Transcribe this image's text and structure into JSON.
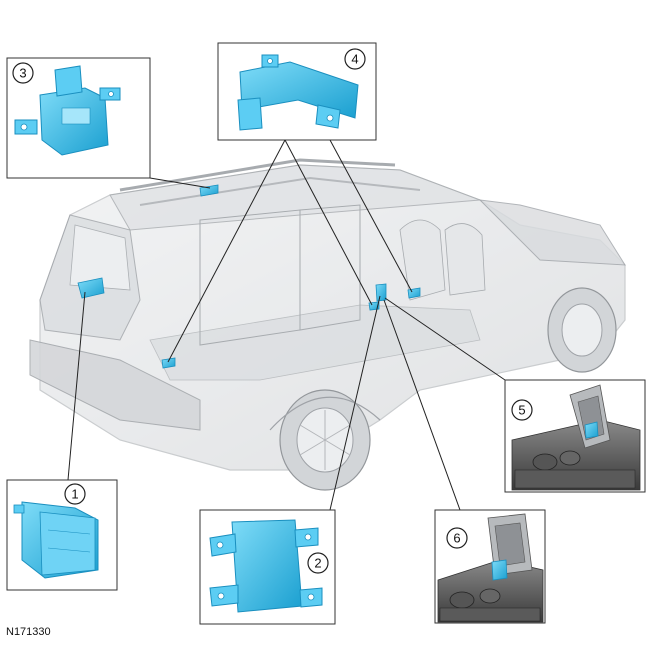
{
  "figure": {
    "reference_code": "N171330",
    "callouts": [
      {
        "number": "1"
      },
      {
        "number": "2"
      },
      {
        "number": "3"
      },
      {
        "number": "4"
      },
      {
        "number": "5"
      },
      {
        "number": "6"
      }
    ],
    "colors": {
      "module_highlight": "#3ec0ec",
      "module_shadow": "#1a8fbf",
      "vehicle_ghost": "#c9ccd0",
      "box_border": "#333333",
      "console_dark": "#4a4a4a"
    }
  }
}
